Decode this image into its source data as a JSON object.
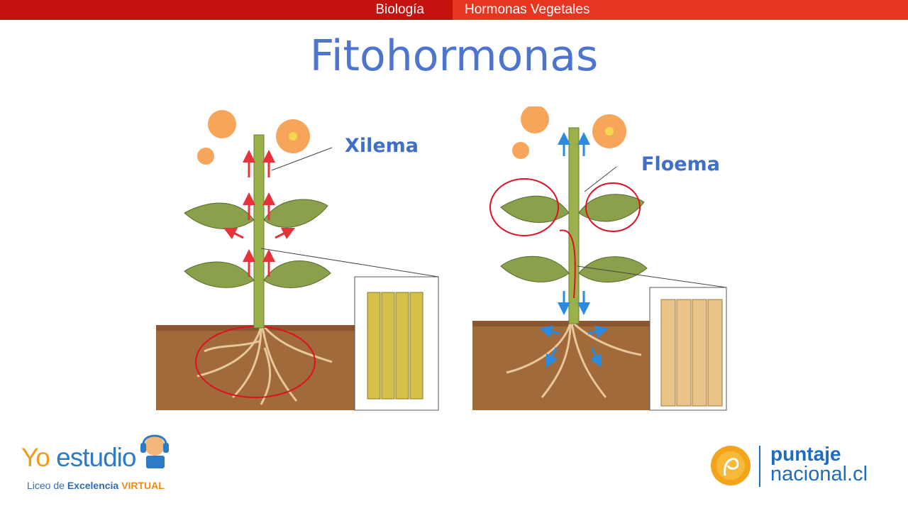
{
  "header": {
    "subject": "Biología",
    "topic": "Hormonas Vegetales",
    "colors": {
      "left": "#c4120f",
      "right": "#e63620"
    }
  },
  "slide": {
    "title": "Fitohormonas",
    "labels": {
      "xylem": "Xilema",
      "phloem": "Floema"
    },
    "colors": {
      "accent": "#4d74cf",
      "xylem_arrow": "#e8323a",
      "phloem_arrow": "#2a8be0",
      "annotation": "#e01020"
    }
  },
  "footer": {
    "left_logo": {
      "yo": "Yo",
      "estudio": "estudio",
      "liceo_prefix": "Liceo de",
      "liceo_bold": "Excelencia",
      "liceo_virtual": "VIRTUAL"
    },
    "right_logo": {
      "line1": "puntaje",
      "line2": "nacional.cl"
    }
  }
}
